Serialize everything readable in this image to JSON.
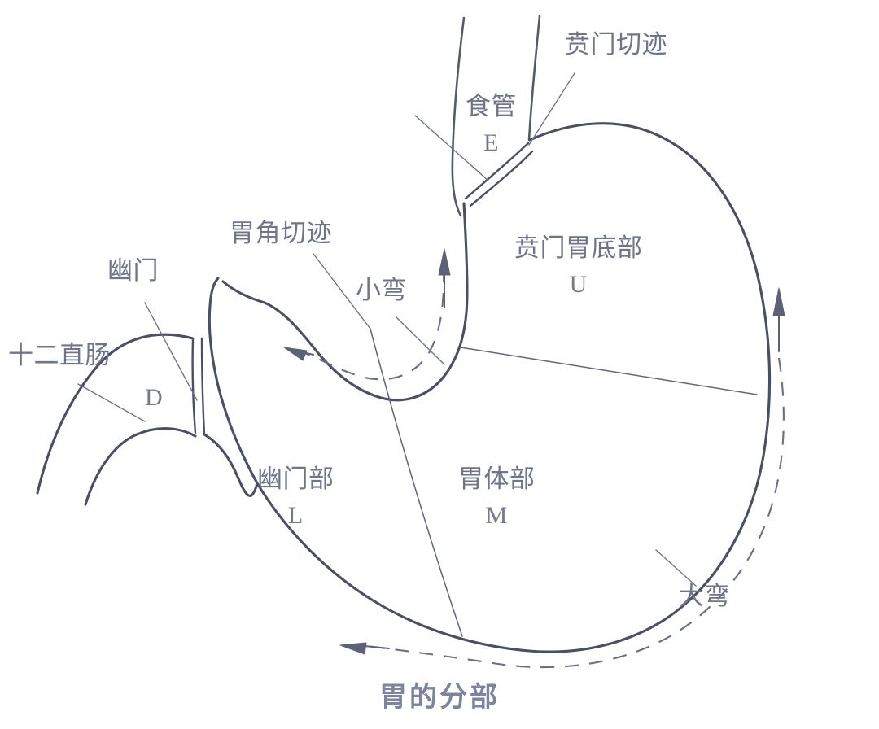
{
  "figure": {
    "caption": "胃的分部",
    "accent_color": "#7c84a0",
    "ink_color": "#4a4f63",
    "label_color": "#6f748a"
  },
  "callouts": {
    "cardiac_notch": "贲门切迹",
    "esophagus": "食管",
    "esophagus_code": "E",
    "angular_incisure": "胃角切迹",
    "lesser_curvature": "小弯",
    "greater_curvature": "大弯",
    "pylorus": "幽门",
    "duodenum": "十二直肠",
    "duodenum_code": "D"
  },
  "regions": [
    {
      "name": "贲门胃底部",
      "code": "U"
    },
    {
      "name": "胃体部",
      "code": "M"
    },
    {
      "name": "幽门部",
      "code": "L"
    }
  ]
}
